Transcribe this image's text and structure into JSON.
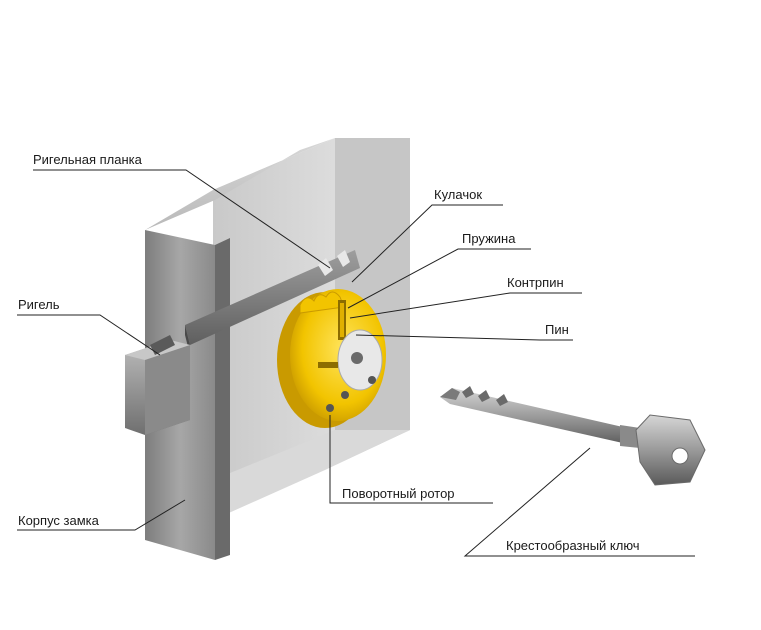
{
  "labels": {
    "rigelnaya_planka": "Ригельная планка",
    "kulachok": "Кулачок",
    "pruzhina": "Пружина",
    "kontrpin": "Контрпин",
    "pin": "Пин",
    "rigel": "Ригель",
    "korpus": "Корпус замка",
    "rotor": "Поворотный ротор",
    "klyuch": "Крестообразный ключ"
  },
  "colors": {
    "body_front": "#a9a9a9",
    "body_top": "#cfcfcf",
    "body_side": "#8c8c8c",
    "inner_back": "#e3e3e3",
    "rotor_yellow": "#f2c400",
    "rotor_dark": "#c99a00",
    "key_metal": "#9a9a9a",
    "leader_line": "#222222"
  }
}
